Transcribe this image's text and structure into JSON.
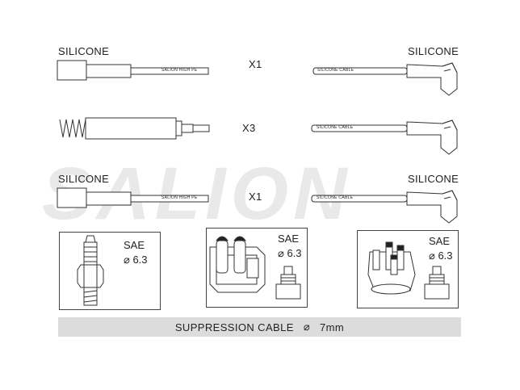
{
  "watermark": "SALION",
  "rows": [
    {
      "left_label": "SILICONE",
      "count": "X1",
      "right_label": "SILICONE",
      "left_print": "SALION HIGH PE",
      "right_print": "SILICONE CABLE"
    },
    {
      "left_label": "",
      "count": "X3",
      "right_label": "",
      "left_print": "",
      "right_print": "SILICONE CABLE"
    },
    {
      "left_label": "SILICONE",
      "count": "X1",
      "right_label": "SILICONE",
      "left_print": "SALION HIGH PE",
      "right_print": "SILICONE CABLE"
    }
  ],
  "panels": [
    {
      "title": "SAE",
      "size": "⌀ 6.3",
      "part": "spark-plug"
    },
    {
      "title": "SAE",
      "size": "⌀ 6.3",
      "part": "ignition-coil"
    },
    {
      "title": "SAE",
      "size": "⌀ 6.3",
      "part": "distributor-cap"
    }
  ],
  "footer": {
    "text": "SUPPRESSION CABLE",
    "diameter_symbol": "⌀",
    "diameter": "7mm"
  }
}
